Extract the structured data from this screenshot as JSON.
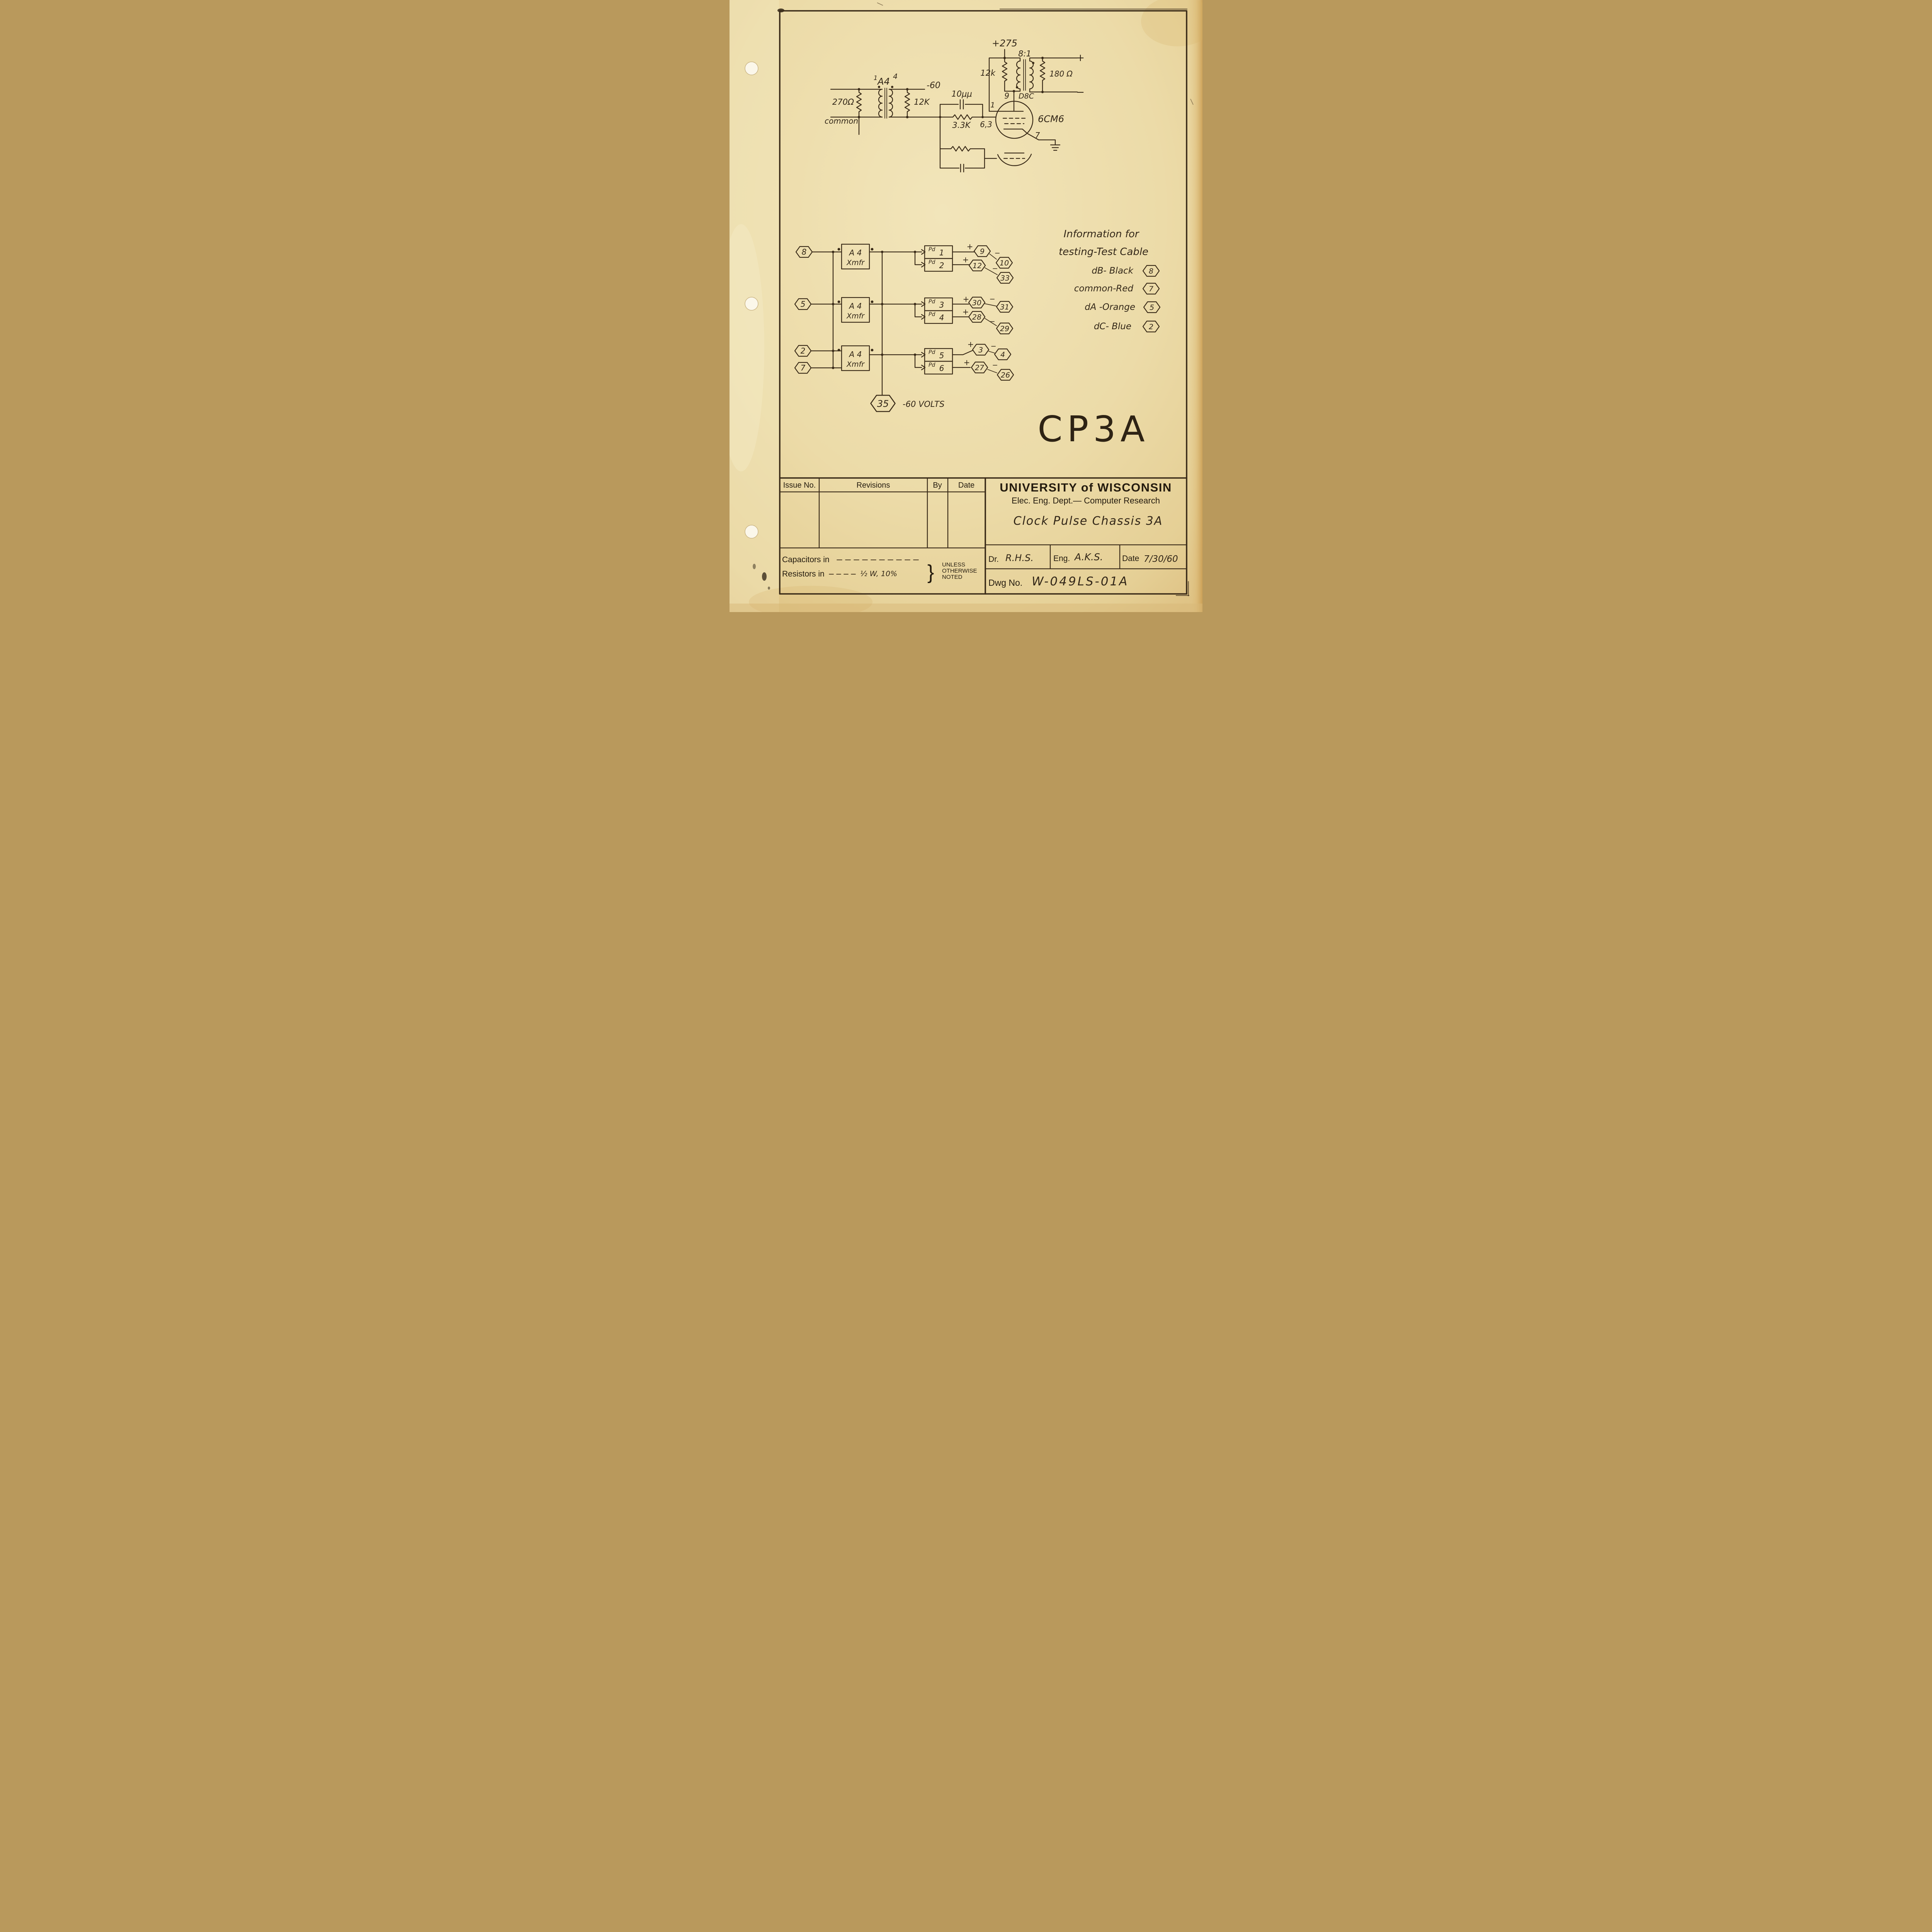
{
  "schematic": {
    "supply": "+275",
    "turns_ratio": "8:1",
    "plate_resistor": "12k",
    "load_resistor": "180 Ω",
    "pin9": "9",
    "output_xfmr": "D8C",
    "pin1": "1",
    "tube_type": "6CM6",
    "heater": "6,3",
    "grid_resistor": "3.3K",
    "grid_cap": "10μμ",
    "pin7": "7",
    "xfmr_pin1": "1",
    "xfmr_name": "A4",
    "xfmr_pin4": "4",
    "bias": "-60",
    "sec_resistor": "12K",
    "pri_resistor": "270Ω",
    "common": "common",
    "out_plus": "+",
    "out_minus": "−"
  },
  "blocks": {
    "in8": "8",
    "in5": "5",
    "in2": "2",
    "in7": "7",
    "xmfr1_l1": "A 4",
    "xmfr1_l2": "Xmfr",
    "xmfr2_l1": "A 4",
    "xmfr2_l2": "Xmfr",
    "xmfr3_l1": "A 4",
    "xmfr3_l2": "Xmfr",
    "pd": "Pd",
    "pd1": "1",
    "pd2": "2",
    "pd3": "3",
    "pd4": "4",
    "pd5": "5",
    "pd6": "6",
    "out9": "9",
    "out10": "10",
    "out12": "12",
    "out33": "33",
    "out30": "30",
    "out31": "31",
    "out28": "28",
    "out29": "29",
    "out3": "3",
    "out4": "4",
    "out27": "27",
    "out26": "26",
    "plus": "+",
    "minus": "−",
    "hex35": "35",
    "volts": "-60 VOLTS"
  },
  "test_cable": {
    "title1": "Information for",
    "title2": "testing-Test Cable",
    "row1_label": "dB- Black",
    "row1_pin": "8",
    "row2_label": "common-Red",
    "row2_pin": "7",
    "row3_label": "dA -Orange",
    "row3_pin": "5",
    "row4_label": "dC- Blue",
    "row4_pin": "2"
  },
  "chassis_code": "CP3A",
  "title_block": {
    "issue_no": "Issue No.",
    "revisions": "Revisions",
    "by": "By",
    "date": "Date",
    "org": "UNIVERSITY of WISCONSIN",
    "dept": "Elec. Eng. Dept.— Computer Research",
    "drawing_title": "Clock Pulse Chassis 3A",
    "capacitors_note": "Capacitors in",
    "resistors_note": "Resistors in",
    "tolerance": "½ W, 10%",
    "brace": "}",
    "unless": "UNLESS",
    "otherwise": "OTHERWISE",
    "noted": "NOTED",
    "dr_label": "Dr.",
    "dr_value": "R.H.S.",
    "eng_label": "Eng.",
    "eng_value": "A.K.S.",
    "date_label": "Date",
    "date_value": "7/30/60",
    "dwg_label": "Dwg No.",
    "dwg_value": "W-049LS-01A"
  }
}
